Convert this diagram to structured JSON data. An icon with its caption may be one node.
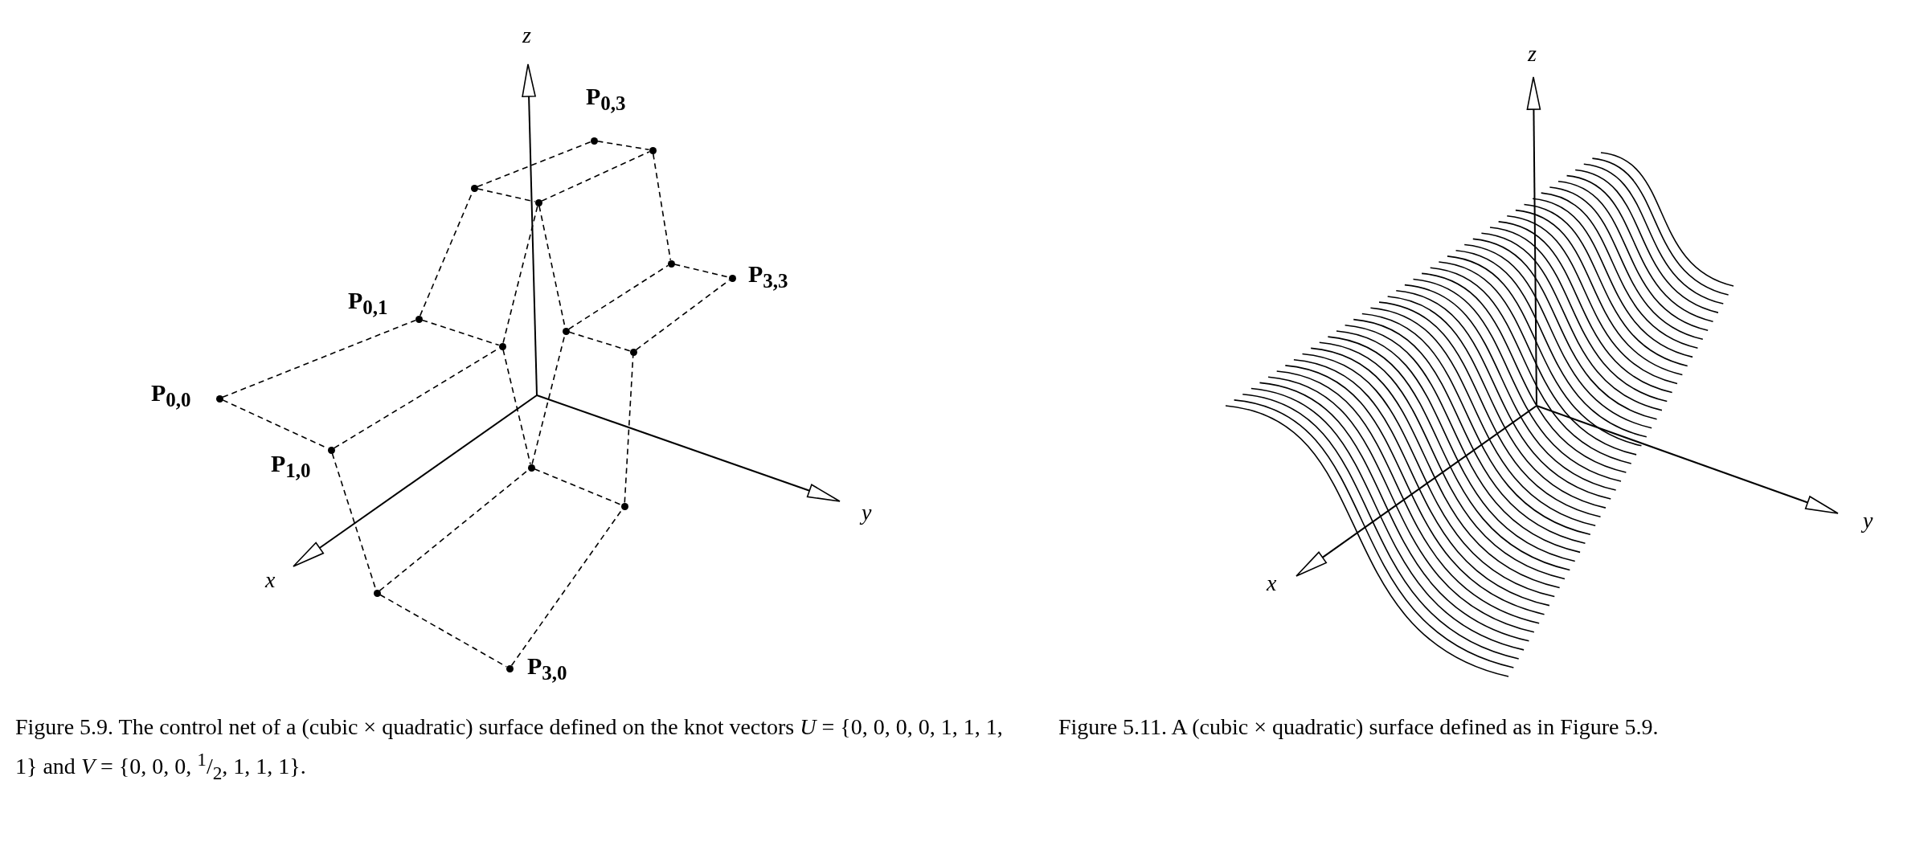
{
  "diagram": {
    "nodes": [
      {
        "text": [],
        "shape": "circle",
        "beside": [
          "P$_{0,0}$"
        ]
      },
      {
        "text": [],
        "shape": "circle",
        "beside": [
          "P$_{0,1}$"
        ]
      },
      {
        "text": [],
        "shape": "circle"
      },
      {
        "text": [],
        "shape": "circle",
        "beside": [
          "P$_{0,3}$"
        ]
      },
      {
        "text": [],
        "shape": "circle",
        "beside": [
          "P$_{1,0}$"
        ]
      },
      {
        "text": [],
        "shape": "circle"
      },
      {
        "text": [],
        "shape": "circle"
      },
      {
        "text": [],
        "shape": "circle"
      },
      {
        "text": [],
        "shape": "circle"
      },
      {
        "text": [],
        "shape": "circle"
      },
      {
        "text": [],
        "shape": "circle"
      },
      {
        "text": [],
        "shape": "circle"
      },
      {
        "text": [],
        "shape": "circle",
        "beside": [
          "P$_{3,0}$"
        ]
      },
      {
        "text": [],
        "shape": "circle"
      },
      {
        "text": [],
        "shape": "circle"
      },
      {
        "text": [],
        "shape": "circle",
        "beside": [
          "P$_{3,3}$"
        ]
      }
    ],
    "edges": [
      {
        "from": 0,
        "to": 1,
        "arrow": "none",
        "style": "dashed"
      },
      {
        "from": 1,
        "to": 2,
        "arrow": "none",
        "style": "dashed"
      },
      {
        "from": 2,
        "to": 3,
        "arrow": "none",
        "style": "dashed"
      },
      {
        "from": 4,
        "to": 5,
        "arrow": "none",
        "style": "dashed"
      },
      {
        "from": 5,
        "to": 6,
        "arrow": "none",
        "style": "dashed"
      },
      {
        "from": 6,
        "to": 7,
        "arrow": "none",
        "style": "dashed"
      },
      {
        "from": 8,
        "to": 9,
        "arrow": "none",
        "style": "dashed"
      },
      {
        "from": 9,
        "to": 10,
        "arrow": "none",
        "style": "dashed"
      },
      {
        "from": 10,
        "to": 11,
        "arrow": "none",
        "style": "dashed"
      },
      {
        "from": 12,
        "to": 13,
        "arrow": "none",
        "style": "dashed"
      },
      {
        "from": 13,
        "to": 14,
        "arrow": "none",
        "style": "dashed"
      },
      {
        "from": 14,
        "to": 15,
        "arrow": "none",
        "style": "dashed"
      },
      {
        "from": 0,
        "to": 4,
        "arrow": "none",
        "style": "dashed"
      },
      {
        "from": 4,
        "to": 8,
        "arrow": "none",
        "style": "dashed"
      },
      {
        "from": 8,
        "to": 12,
        "arrow": "none",
        "style": "dashed"
      },
      {
        "from": 1,
        "to": 5,
        "arrow": "none",
        "style": "dashed"
      },
      {
        "from": 5,
        "to": 9,
        "arrow": "none",
        "style": "dashed"
      },
      {
        "from": 9,
        "to": 13,
        "arrow": "none",
        "style": "dashed"
      },
      {
        "from": 2,
        "to": 6,
        "arrow": "none",
        "style": "dashed"
      },
      {
        "from": 6,
        "to": 10,
        "arrow": "none",
        "style": "dashed"
      },
      {
        "from": 10,
        "to": 14,
        "arrow": "none",
        "style": "dashed"
      },
      {
        "from": 3,
        "to": 7,
        "arrow": "none",
        "style": "dashed"
      },
      {
        "from": 7,
        "to": 11,
        "arrow": "none",
        "style": "dashed"
      },
      {
        "from": 11,
        "to": 15,
        "arrow": "none",
        "style": "dashed"
      }
    ],
    "labels": [
      "z",
      "y",
      "x",
      "z",
      "y",
      "x",
      "Figure 5.9. The control net of a (cubic × quadratic) surface defined on the knot vectors *U* = {0, 0, 0, 0, 1, 1, 1, 1} and *V* = {0, 0, 0, $^{1}$/$_{2}$, 1, 1, 1}.",
      "Figure 5.11. A (cubic × quadratic) surface defined as in Figure 5.9."
    ]
  }
}
